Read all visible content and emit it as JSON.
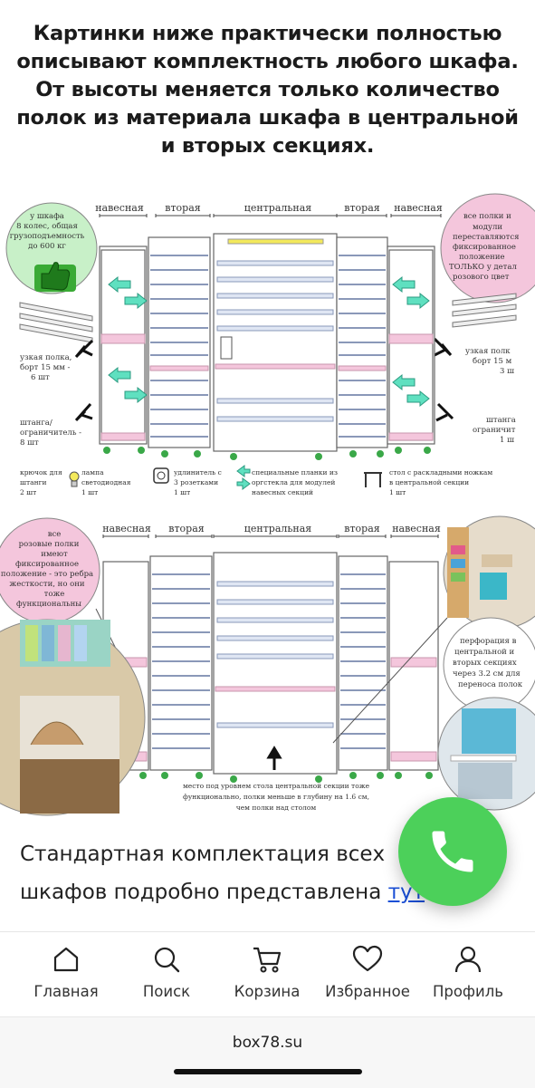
{
  "article": {
    "heading_lines": [
      "Картинки ниже практически полностью",
      "описывают комплектность любого шкафа.",
      "От высоты меняется только количество",
      "полок из материала шкафа в центральной",
      "и вторых секциях."
    ],
    "paragraph_line1": "Стандартная комплектация всех",
    "paragraph_line2": "шкафов подробно представлена ",
    "paragraph_link": "тут"
  },
  "diagram_top": {
    "section_labels": [
      "навесная",
      "вторая",
      "центральная",
      "вторая",
      "навесная"
    ],
    "left_callout": [
      "у шкафа",
      "8 колес, общая",
      "грузоподъемность",
      "до 600 кг"
    ],
    "right_callout": [
      "все полки и",
      "модули",
      "переставляются",
      "фиксированное",
      "положение",
      "ТОЛЬКО у детал",
      "розового цвет"
    ],
    "left_notes": [
      "узкая полка,",
      "борт 15 мм -",
      "6 шт",
      "штанга/",
      "ограничитель -",
      "8 шт"
    ],
    "right_notes": [
      "узкая полк",
      "борт 15 м",
      "3 ш",
      "штанга",
      "ограничит",
      "1 ш"
    ],
    "legend": [
      {
        "text": "крючок для",
        "text2": "штанги",
        "text3": "2 шт"
      },
      {
        "text": "лампа",
        "text2": "светодиодная",
        "text3": "1 шт"
      },
      {
        "text": "удлинитель с",
        "text2": "3 розетками",
        "text3": "1 шт"
      },
      {
        "text": "специальные планки из",
        "text2": "оргстекла для модулей",
        "text3": "навесных секций"
      },
      {
        "text": "стол с раскладными ножкам",
        "text2": "в центральной секции",
        "text3": "1 шт"
      }
    ]
  },
  "diagram_bottom": {
    "section_labels": [
      "навесная",
      "вторая",
      "центральная",
      "вторая",
      "навесная"
    ],
    "left_callout": [
      "все",
      "розовые полки",
      "имеют",
      "фиксированное",
      "положение - это ребра",
      "жесткости, но они",
      "тоже",
      "функциональны"
    ],
    "right_callout": [
      "перфорация в",
      "центральной и",
      "вторых секциях",
      "через 3.2 см для",
      "переноса полок"
    ],
    "bottom_note": [
      "место под уровнем стола центральной секции тоже",
      "функционально, полки меньше в глубину на 1.6 см,",
      "чем полки над столом"
    ]
  },
  "navigation": {
    "items": [
      {
        "label": "Главная",
        "icon": "home-icon"
      },
      {
        "label": "Поиск",
        "icon": "search-icon"
      },
      {
        "label": "Корзина",
        "icon": "cart-icon"
      },
      {
        "label": "Избранное",
        "icon": "heart-icon"
      },
      {
        "label": "Профиль",
        "icon": "profile-icon"
      }
    ]
  },
  "browser": {
    "url": "box78.su"
  },
  "colors": {
    "accent_green": "#4cd05a",
    "pink": "#f4c6dc",
    "teal": "#5fe0c0",
    "link": "#1a4fd6"
  }
}
